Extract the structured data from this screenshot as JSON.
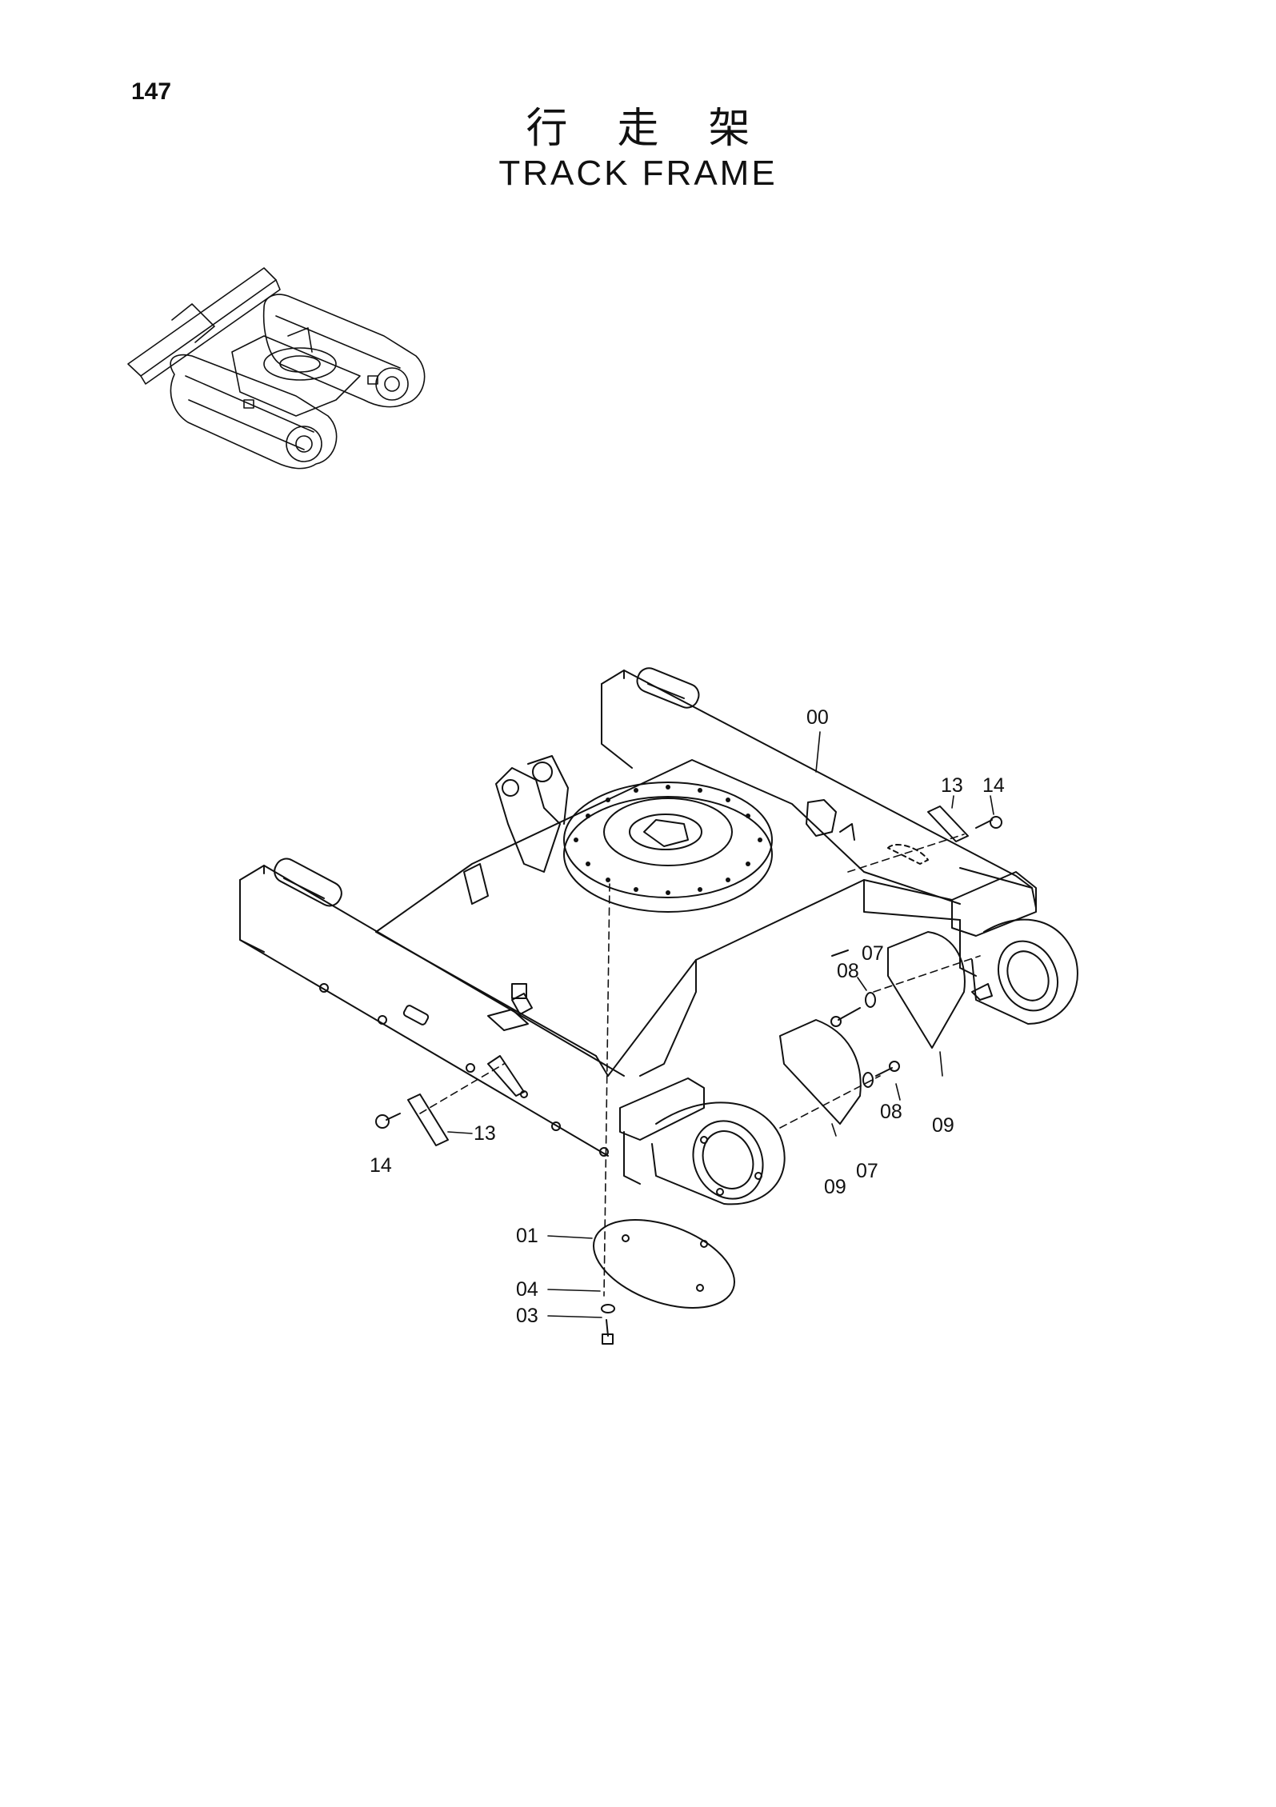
{
  "page_number": "147",
  "title_cn": "行走架",
  "title_en": "TRACK FRAME",
  "callouts": {
    "c00": "00",
    "c13r": "13",
    "c14r": "14",
    "c08a": "08",
    "c07a": "07",
    "c14l": "14",
    "c13l": "13",
    "c08b": "08",
    "c09r": "09",
    "c09l": "09",
    "c07b": "07",
    "c01": "01",
    "c04": "04",
    "c03": "03"
  }
}
